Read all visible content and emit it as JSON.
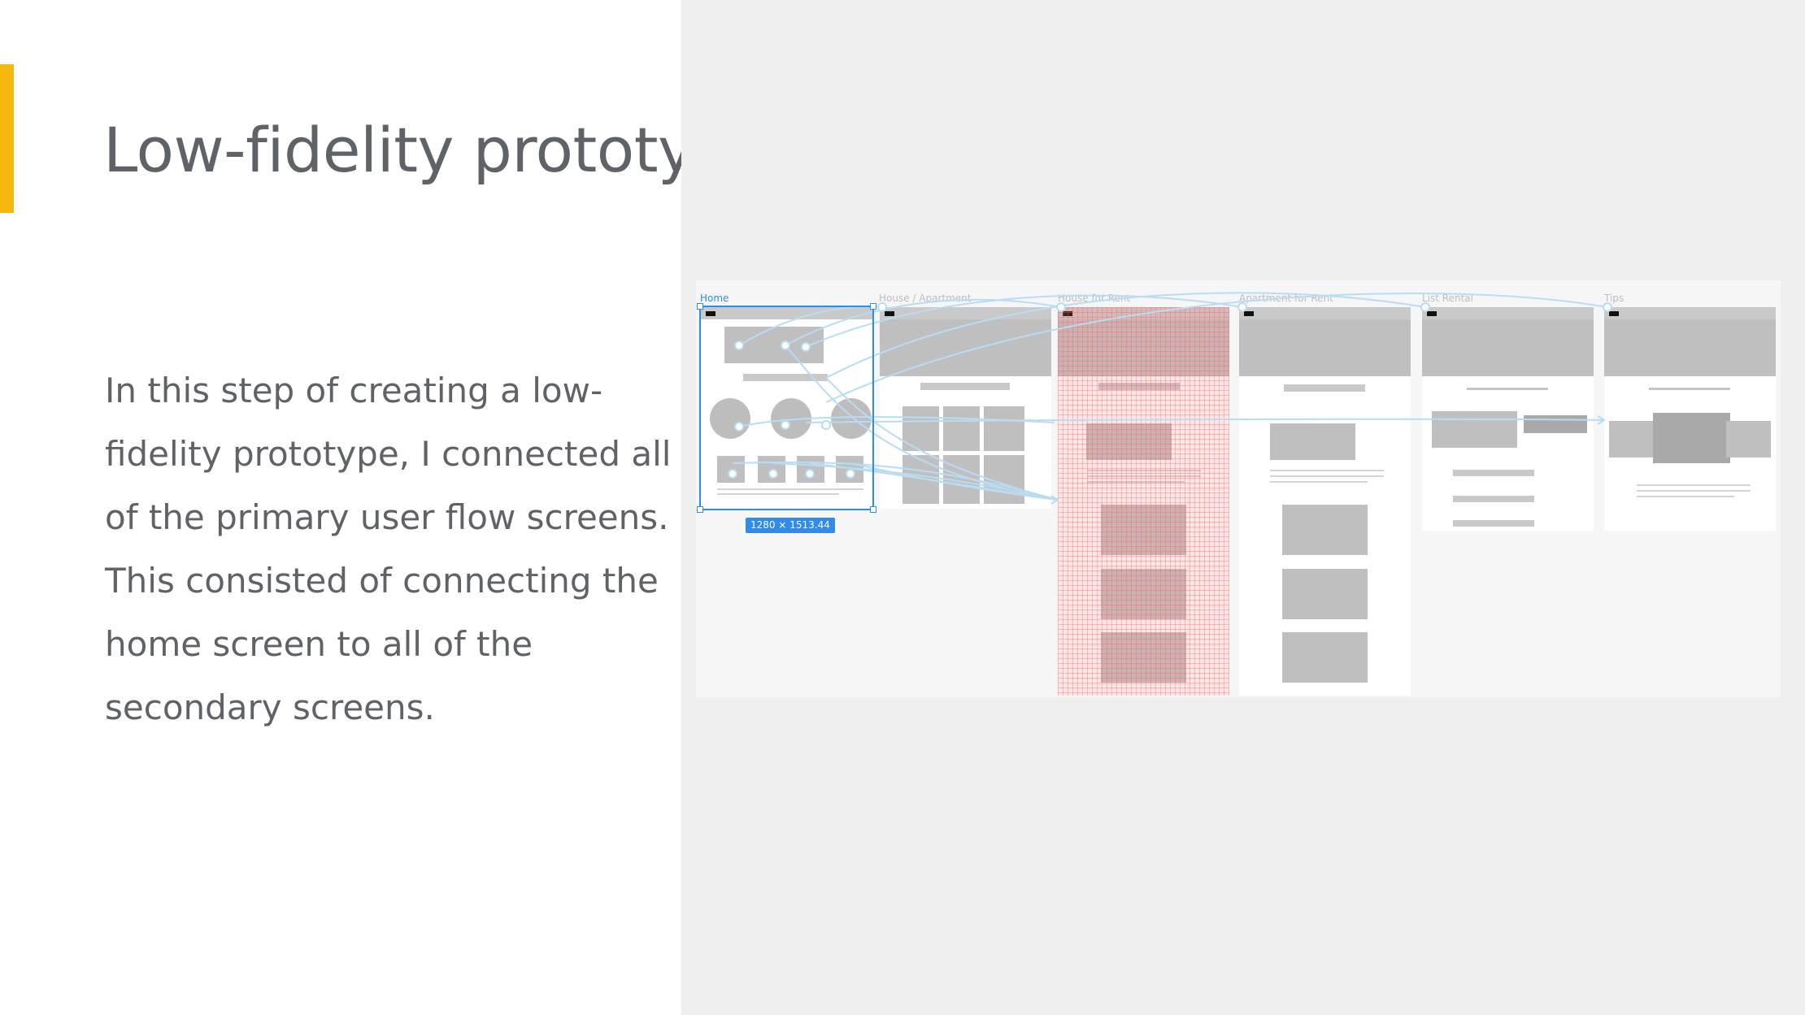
{
  "slide": {
    "title": "Low-fidelity prototype",
    "body": "In this step of creating a low-fidelity prototype, I connected all of the primary user flow screens. This consisted of connecting the home screen to all of the secondary screens."
  },
  "colors": {
    "accent_bar": "#f6b80c",
    "title_text": "#5f6368",
    "panel_bg": "#efefef",
    "selection": "#2f8ceb",
    "prototype_link": "#b9dcf3"
  },
  "prototype": {
    "frames": [
      {
        "label": "Home"
      },
      {
        "label": "House / Apartment"
      },
      {
        "label": "House for Rent"
      },
      {
        "label": "Apartment for Rent"
      },
      {
        "label": "List Rental"
      },
      {
        "label": "Tips"
      }
    ],
    "selection_size": "1280 × 1513.44"
  }
}
